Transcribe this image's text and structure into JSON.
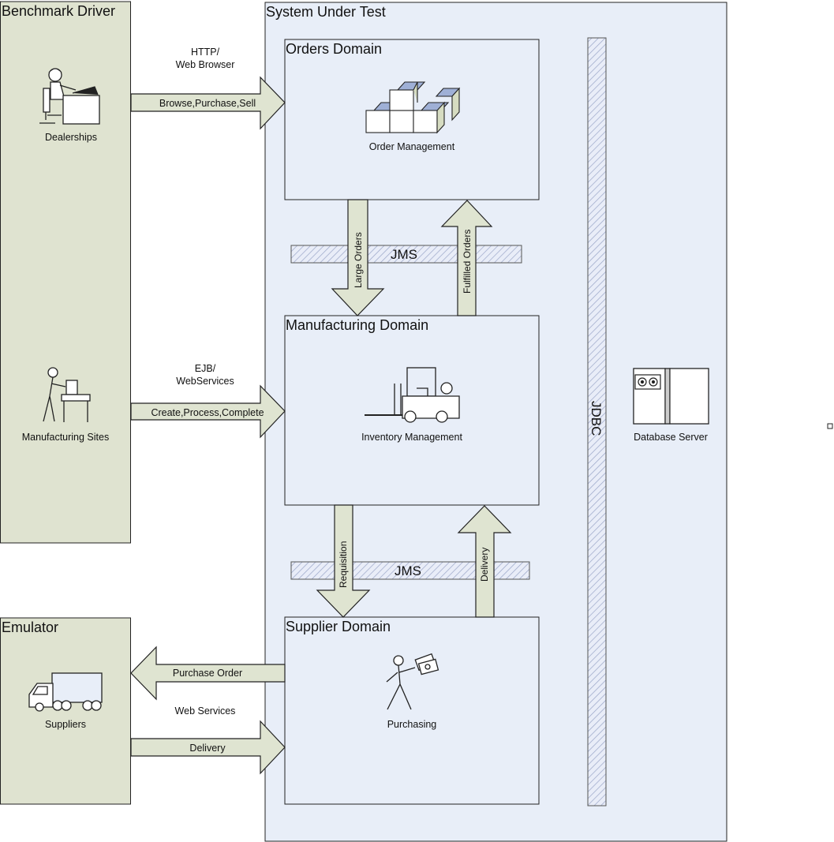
{
  "benchmark_driver": {
    "title": "Benchmark Driver",
    "dealerships_label": "Dealerships",
    "manufacturing_sites_label": "Manufacturing Sites"
  },
  "emulator": {
    "title": "Emulator",
    "suppliers_label": "Suppliers"
  },
  "system_under_test": {
    "title": "System Under Test",
    "orders_domain": {
      "title": "Orders Domain",
      "label": "Order Management"
    },
    "manufacturing_domain": {
      "title": "Manufacturing Domain",
      "label": "Inventory Management"
    },
    "supplier_domain": {
      "title": "Supplier Domain",
      "label": "Purchasing"
    },
    "jms_label": "JMS",
    "jdbc_label": "JDBC"
  },
  "database_server_label": "Database Server",
  "connections": {
    "http_protocol_line1": "HTTP/",
    "http_protocol_line2": "Web Browser",
    "dealer_arrow_label": "Browse,Purchase,Sell",
    "ejb_protocol_line1": "EJB/",
    "ejb_protocol_line2": "WebServices",
    "manufacturing_arrow_label": "Create,Process,Complete",
    "purchase_order_label": "Purchase Order",
    "web_services_label": "Web Services",
    "delivery_label": "Delivery",
    "large_orders_label": "Large Orders",
    "fulfilled_orders_label": "Fulfilled Orders",
    "requisition_label": "Requisition",
    "delivery_up_label": "Delivery"
  },
  "colors": {
    "driver_fill": "#dfe3d0",
    "sut_fill": "#e8eef8",
    "arrow_fill": "#dfe4d1",
    "stroke": "#222222"
  }
}
